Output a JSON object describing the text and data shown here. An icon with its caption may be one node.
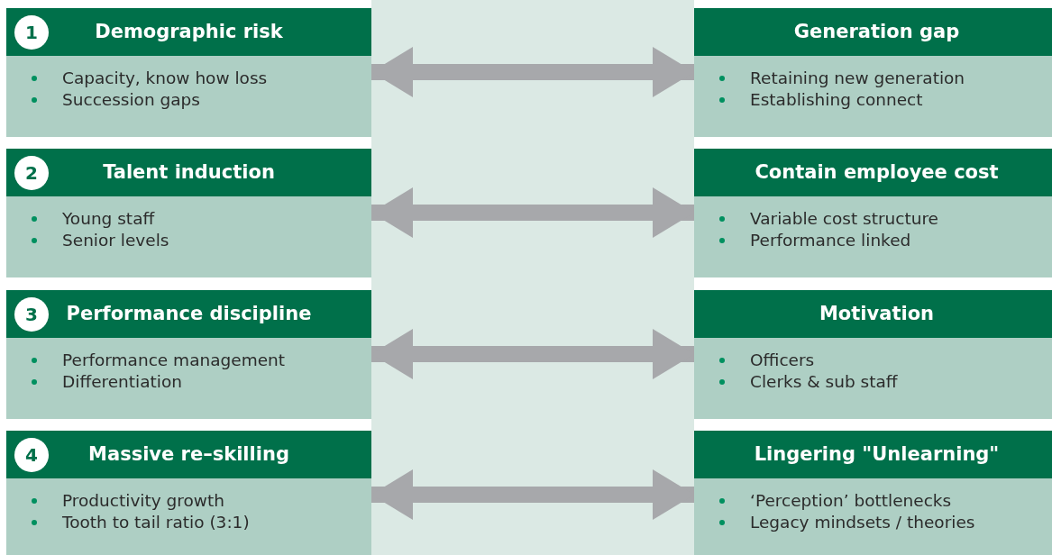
{
  "diagram": {
    "nodes": [
      {
        "text": [
          "Demographic risk",
          "Capacity, know how loss",
          "Succession gaps"
        ]
      },
      {
        "text": [
          "1"
        ],
        "in": 0
      },
      {
        "text": [
          "Generation gap",
          "Retaining new generation",
          "Establishing connect"
        ]
      },
      {
        "text": [
          "Talent induction",
          "Young staff",
          "Senior levels"
        ]
      },
      {
        "text": [
          "2"
        ],
        "in": 3
      },
      {
        "text": [
          "Contain employee cost",
          "Variable cost structure",
          "Performance linked"
        ]
      },
      {
        "text": [
          "Performance discipline",
          "Performance management",
          "Differentiation"
        ]
      },
      {
        "text": [
          "3"
        ],
        "in": 6
      },
      {
        "text": [
          "Motivation",
          "Officers",
          "Clerks & sub staff"
        ]
      },
      {
        "text": [
          "Massive re–skilling",
          "Productivity growth",
          "Tooth to tail ratio (3:1)"
        ]
      },
      {
        "text": [
          "4"
        ],
        "in": 9
      },
      {
        "text": [
          "Lingering \"Unlearning\"",
          "‘Perception’ bottlenecks",
          "Legacy mindsets / theories"
        ]
      }
    ],
    "edges": [
      {
        "from": 0,
        "to": 2,
        "arrow": "both"
      },
      {
        "from": 3,
        "to": 5,
        "arrow": "both"
      },
      {
        "from": 6,
        "to": 8,
        "arrow": "both"
      },
      {
        "from": 9,
        "to": 11,
        "arrow": "both"
      }
    ]
  }
}
